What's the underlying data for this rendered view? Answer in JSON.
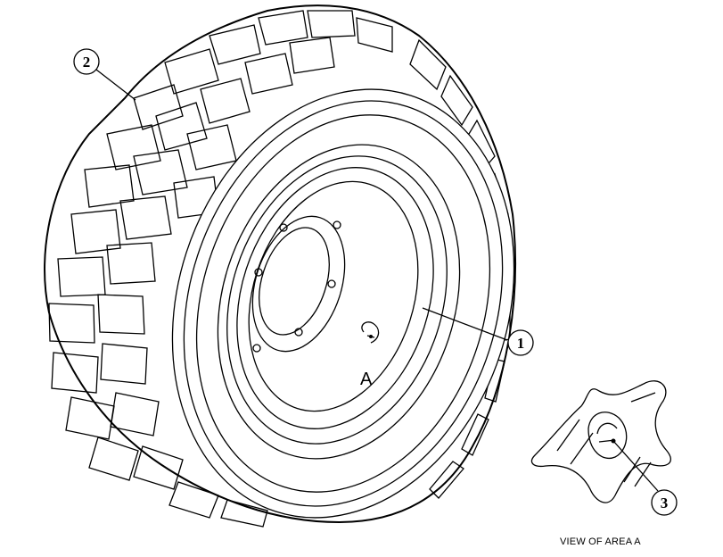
{
  "callouts": {
    "c1": "1",
    "c2": "2",
    "c3": "3"
  },
  "area_label": "A",
  "view_caption": "VIEW OF AREA A"
}
